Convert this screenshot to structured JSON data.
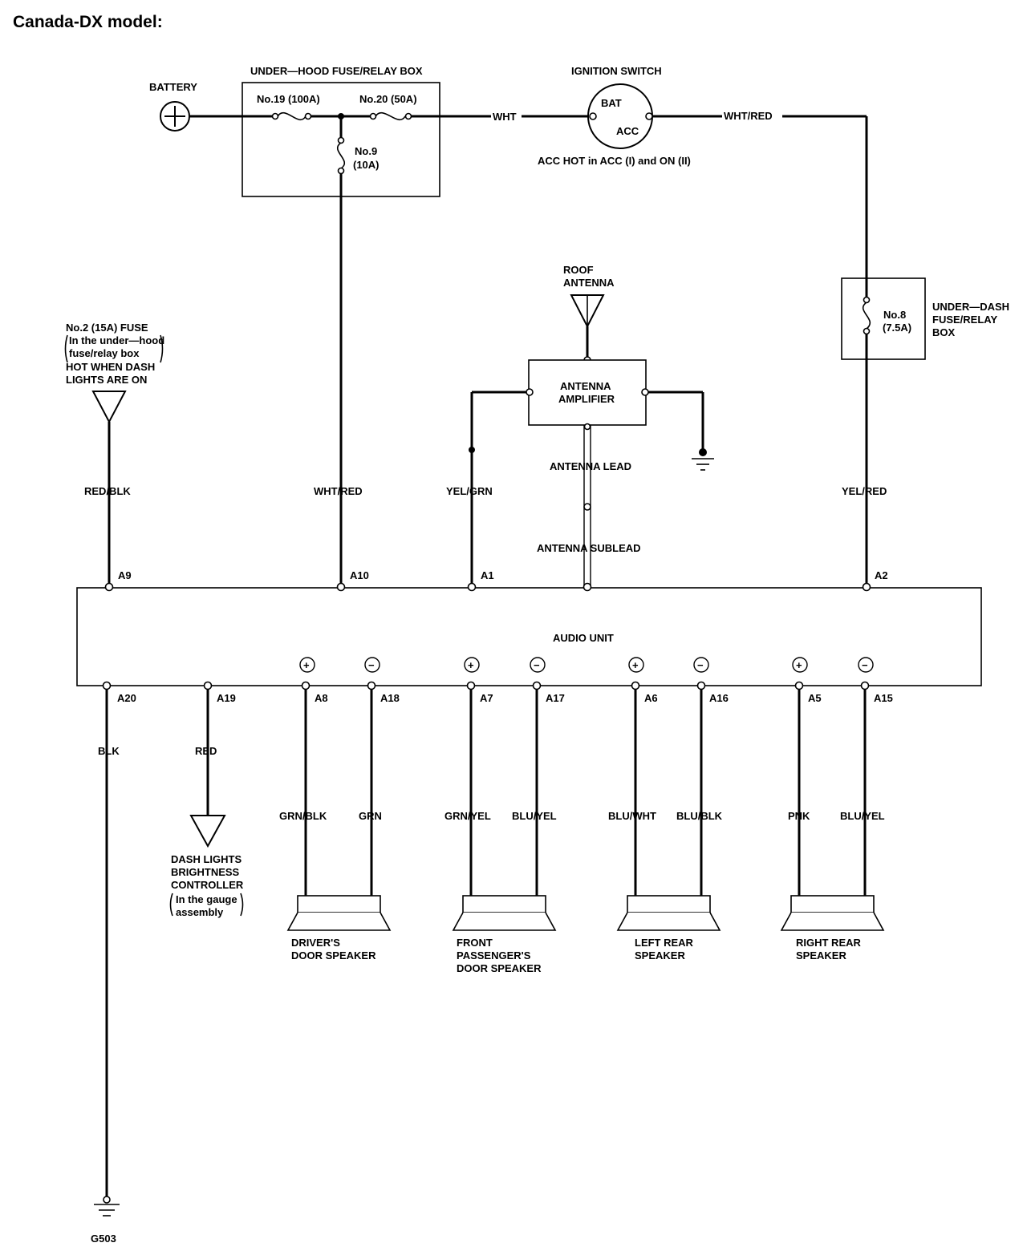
{
  "title": "Canada-DX model:",
  "battery": {
    "label": "BATTERY",
    "symbol": "+"
  },
  "underhood_box": {
    "title": "UNDER—HOOD FUSE/RELAY BOX",
    "fuse19": "No.19 (100A)",
    "fuse20": "No.20 (50A)",
    "fuse9_a": "No.9",
    "fuse9_b": "(10A)"
  },
  "ignition_switch": {
    "title": "IGNITION SWITCH",
    "bat": "BAT",
    "acc": "ACC",
    "note": "ACC HOT in ACC (I) and ON (II)"
  },
  "wires": {
    "wht": "WHT",
    "wht_red_top": "WHT/RED",
    "red_blk": "RED/BLK",
    "wht_red_mid": "WHT/RED",
    "yel_grn": "YEL/GRN",
    "yel_red": "YEL/RED",
    "blk": "BLK",
    "red": "RED",
    "grn_blk": "GRN/BLK",
    "grn": "GRN",
    "grn_yel": "GRN/YEL",
    "blu_yel_1": "BLU/YEL",
    "blu_wht": "BLU/WHT",
    "blu_blk": "BLU/BLK",
    "pnk": "PNK",
    "blu_yel_2": "BLU/YEL"
  },
  "dash_fuse": {
    "line1": "No.2 (15A) FUSE",
    "line2": "In the under—hood",
    "line3": "fuse/relay box",
    "line4": "HOT WHEN DASH",
    "line5": "LIGHTS ARE ON"
  },
  "underdash_box": {
    "fuse_a": "No.8",
    "fuse_b": "(7.5A)",
    "title1": "UNDER—DASH",
    "title2": "FUSE/RELAY",
    "title3": "BOX"
  },
  "roof_antenna": {
    "line1": "ROOF",
    "line2": "ANTENNA"
  },
  "antenna_amp": {
    "line1": "ANTENNA",
    "line2": "AMPLIFIER"
  },
  "antenna_lead": "ANTENNA LEAD",
  "antenna_sublead": "ANTENNA SUBLEAD",
  "audio_unit": "AUDIO UNIT",
  "pins": {
    "a9": "A9",
    "a10": "A10",
    "a1": "A1",
    "a2": "A2",
    "a20": "A20",
    "a19": "A19",
    "a8": "A8",
    "a18": "A18",
    "a7": "A7",
    "a17": "A17",
    "a6": "A6",
    "a16": "A16",
    "a5": "A5",
    "a15": "A15"
  },
  "dash_controller": {
    "line1": "DASH LIGHTS",
    "line2": "BRIGHTNESS",
    "line3": "CONTROLLER",
    "line4": "In the gauge",
    "line5": "assembly"
  },
  "speakers": {
    "driver": {
      "line1": "DRIVER'S",
      "line2": "DOOR SPEAKER"
    },
    "passenger": {
      "line1": "FRONT",
      "line2": "PASSENGER'S",
      "line3": "DOOR SPEAKER"
    },
    "left_rear": {
      "line1": "LEFT REAR",
      "line2": "SPEAKER"
    },
    "right_rear": {
      "line1": "RIGHT REAR",
      "line2": "SPEAKER"
    }
  },
  "ground": "G503",
  "polarity": {
    "plus": "+",
    "minus": "−"
  }
}
